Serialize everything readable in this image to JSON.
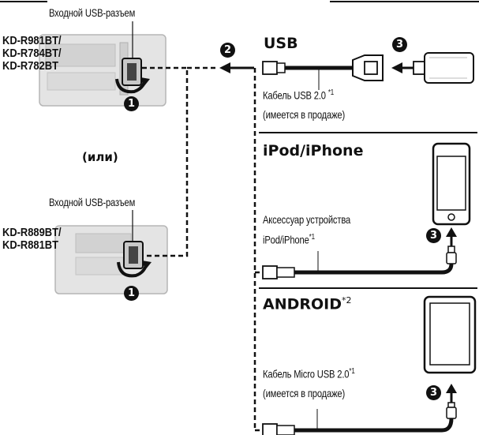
{
  "device_top": {
    "port_label": "Входной USB-разъем",
    "models": [
      "KD-R981BT/",
      "KD-R784BT/",
      "KD-R782BT"
    ],
    "step": "1"
  },
  "or_label": "(или)",
  "device_bottom": {
    "port_label": "Входной USB-разъем",
    "models": [
      "KD-R889BT/",
      "KD-R881BT"
    ],
    "step": "1"
  },
  "arrow_step": "2",
  "usb": {
    "heading": "USB",
    "step": "3",
    "cable_line1": "Кабель USB 2.0 ",
    "cable_note": "*1",
    "cable_line2": "(имеется в продаже)"
  },
  "ipod": {
    "heading": "iPod/iPhone",
    "step": "3",
    "accessory_line1": "Аксессуар устройства",
    "accessory_line2": "iPod/iPhone",
    "accessory_note": "*1"
  },
  "android": {
    "heading": "ANDROID",
    "heading_note": "*2",
    "step": "3",
    "cable_line1": "Кабель Micro USB 2.0",
    "cable_note": "*1",
    "cable_line2": "(имеется в продаже)"
  },
  "colors": {
    "ink": "#111111",
    "panel": "#e4e4e4",
    "panel_edge": "#b5b5b5"
  }
}
